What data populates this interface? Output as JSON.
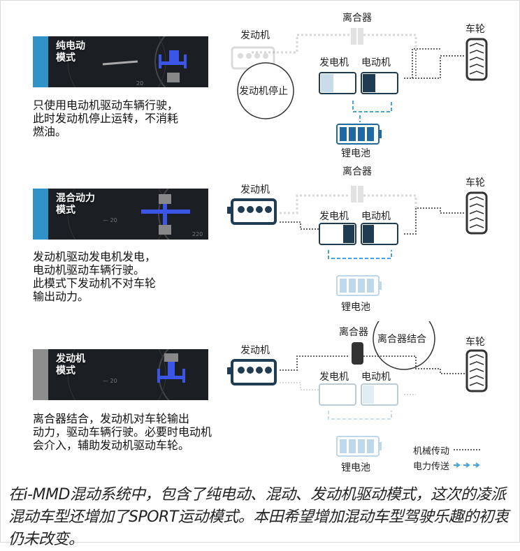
{
  "panels": [
    {
      "id": "ev",
      "mode_label": "纯电动\n模式",
      "accent": "#2f93c7",
      "description": "只使用电动机驱动车辆行驶，\n此时发动机停止运转，不消耗\n燃油。",
      "clutch_label": "离合器",
      "engine_label": "发动机",
      "wheel_label": "车轮",
      "generator_label": "发电机",
      "motor_label": "电动机",
      "battery_label": "锂电池",
      "callout": "发动机停止"
    },
    {
      "id": "hybrid",
      "mode_label": "混合动力\n模式",
      "accent": "#2f93c7",
      "description": "发动机驱动发电机发电，\n电动机驱动车辆行驶。\n此模式下发动机不对车轮\n输出动力。",
      "clutch_label": "离合器",
      "engine_label": "发动机",
      "wheel_label": "车轮",
      "generator_label": "发电机",
      "motor_label": "电动机",
      "battery_label": "锂电池",
      "callout": ""
    },
    {
      "id": "engine",
      "mode_label": "发动机\n模式",
      "accent": "#8d8d8d",
      "description": "离合器结合，发动机对车轮输出\n动力，驱动车辆行驶。必要时电动机\n会介入，辅助发动机驱动车轮。",
      "clutch_label": "离合器",
      "engine_label": "发动机",
      "wheel_label": "车轮",
      "generator_label": "发电机",
      "motor_label": "电动机",
      "battery_label": "锂电池",
      "callout": "离合器结合"
    }
  ],
  "legend": {
    "mechanical": "机械传动",
    "electrical": "电力传送"
  },
  "caption": "在i-MMD混动系统中，包含了纯电动、混动、发动机驱动模式，这次的凌派混动车型还增加了SPORT运动模式。本田希望增加混动车型驾驶乐趣的初衷仍未改变。",
  "colors": {
    "dark_navy": "#1f3c52",
    "light_blue": "#c7dbe8",
    "battery_full": "#1e6aa0",
    "battery_light": "#bcd8ea",
    "faded_gray": "#d0d0d0",
    "dash_blue": "#3b55e6"
  }
}
